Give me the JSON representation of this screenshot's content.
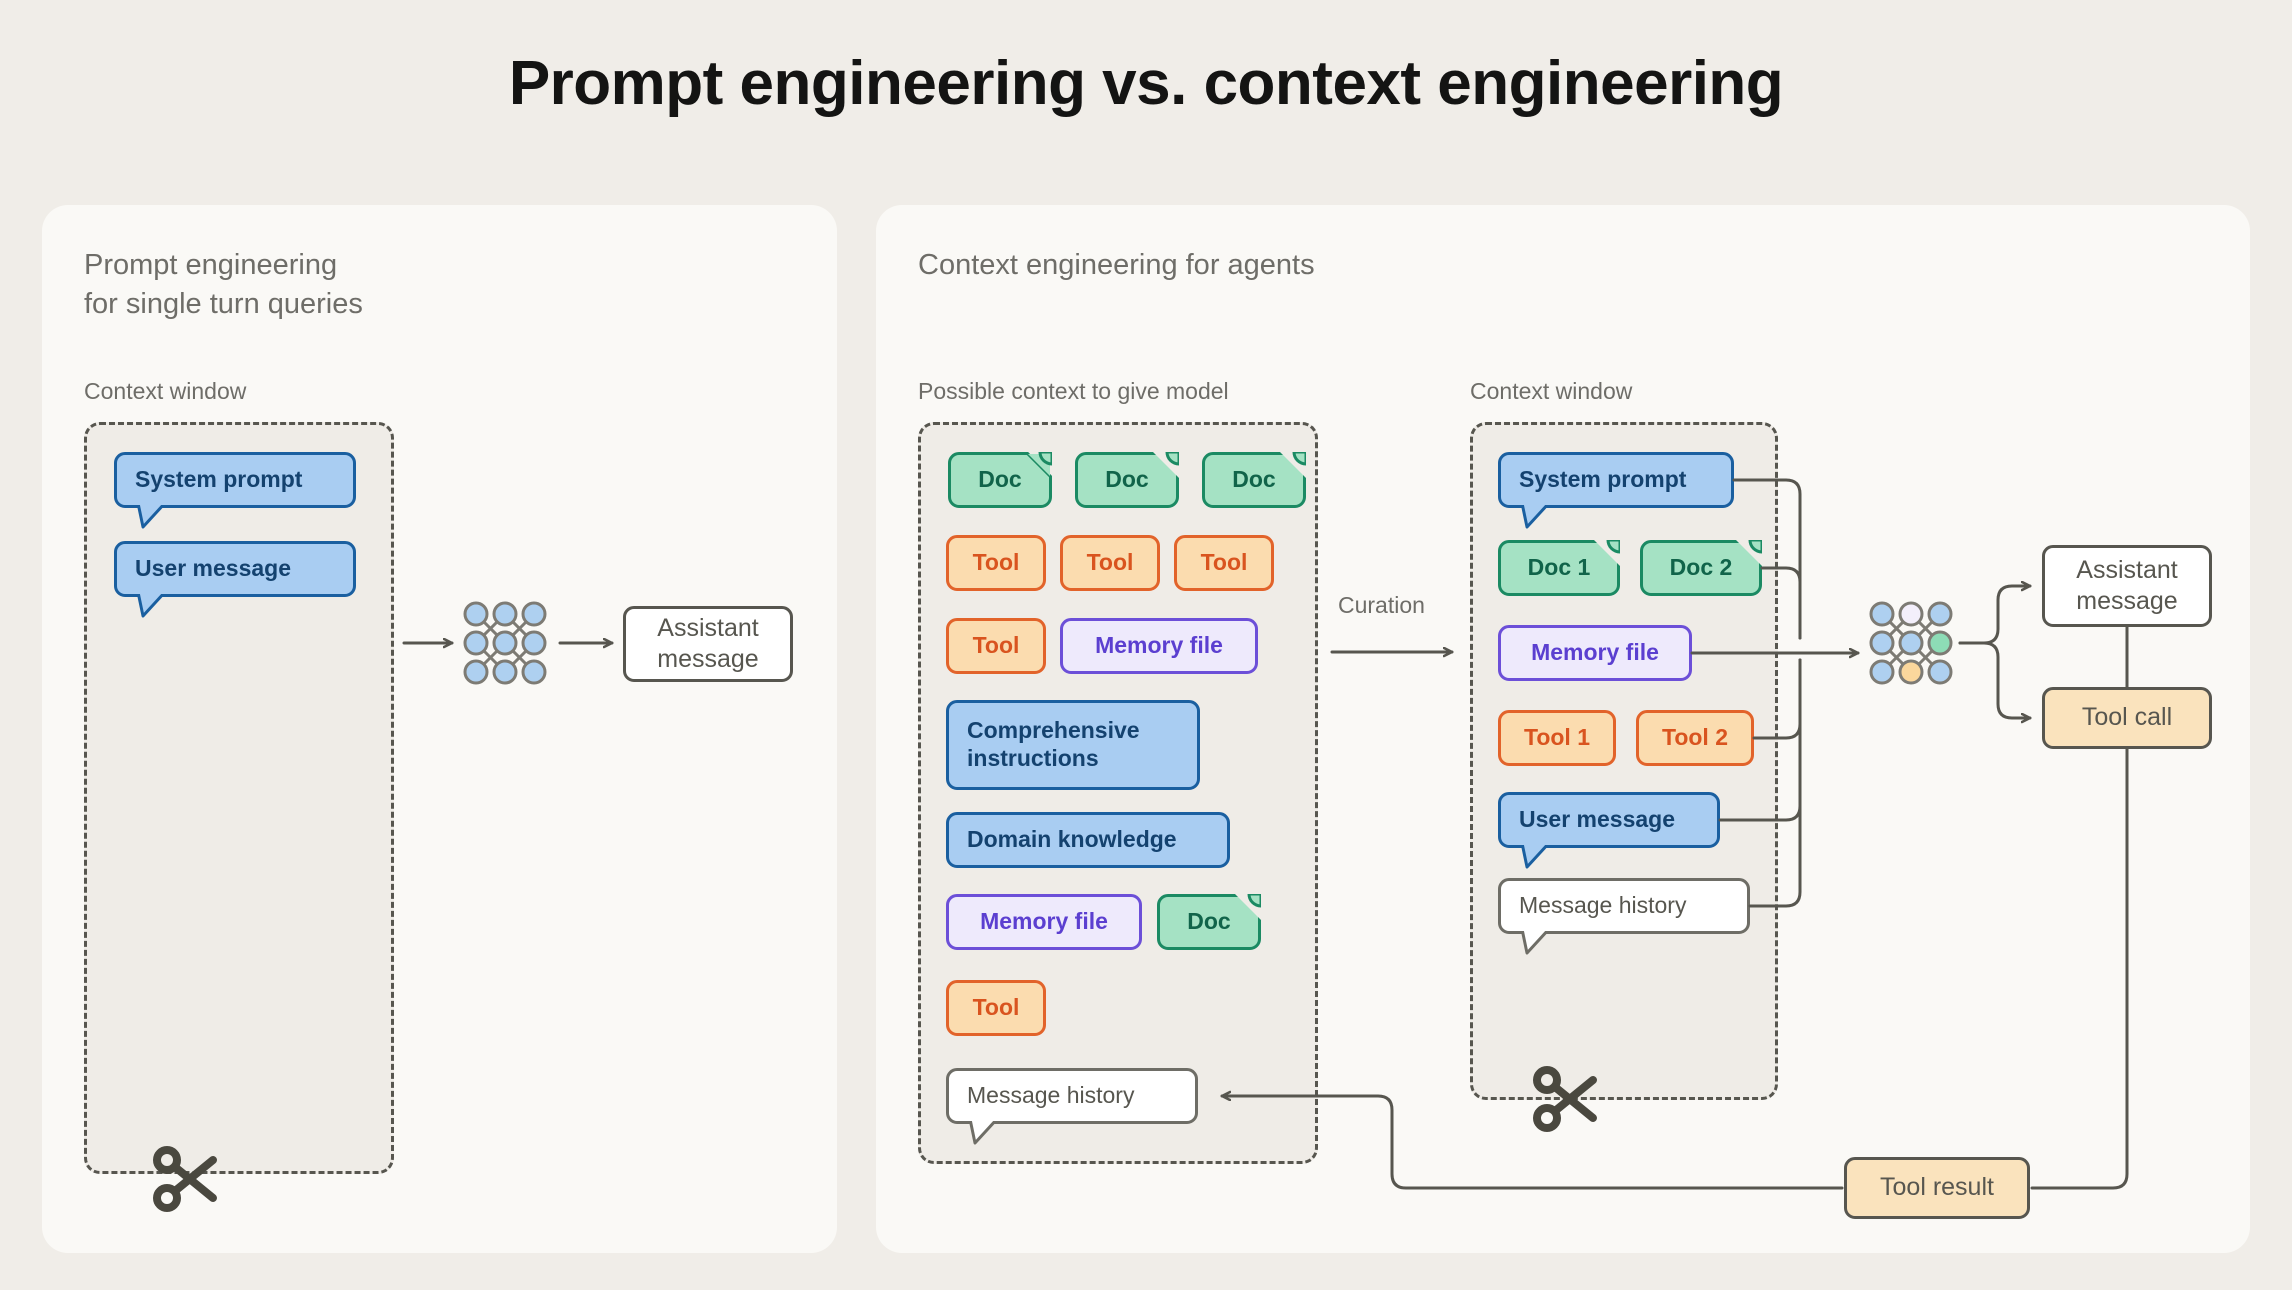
{
  "title": "Prompt engineering vs. context engineering",
  "colors": {
    "background": "#f0ede8",
    "panel": "#faf9f6",
    "context_window_fill": "#efece7",
    "dashed_border": "#57564f",
    "blue_fill": "#a9cdf2",
    "blue_border": "#1a5fa0",
    "green_fill": "#a5e2c4",
    "green_border": "#1b8a63",
    "orange_fill": "#fbdcaf",
    "orange_border": "#e2632a",
    "purple_fill": "#eeeafc",
    "purple_border": "#6c4fd8",
    "white_fill": "#ffffff",
    "gray_border": "#6e6d66",
    "tan_fill": "#fae3bd",
    "text_muted": "#6e6d68",
    "wire": "#57564f"
  },
  "left_panel": {
    "title": "Prompt engineering\nfor single turn queries",
    "context_window_label": "Context window",
    "items": [
      {
        "label": "System prompt",
        "kind": "bubble-blue"
      },
      {
        "label": "User message",
        "kind": "bubble-blue"
      }
    ],
    "model_icon": "neural-network-icon",
    "output": {
      "label": "Assistant\nmessage",
      "kind": "box-white"
    },
    "truncate_icon": "scissors-icon"
  },
  "right_panel": {
    "title": "Context engineering for agents",
    "possible_context_label": "Possible context to give model",
    "context_window_label": "Context window",
    "curation_label": "Curation",
    "possible_items": [
      {
        "label": "Doc",
        "kind": "doc-green"
      },
      {
        "label": "Doc",
        "kind": "doc-green"
      },
      {
        "label": "Doc",
        "kind": "doc-green"
      },
      {
        "label": "Tool",
        "kind": "chip-orange"
      },
      {
        "label": "Tool",
        "kind": "chip-orange"
      },
      {
        "label": "Tool",
        "kind": "chip-orange"
      },
      {
        "label": "Tool",
        "kind": "chip-orange"
      },
      {
        "label": "Memory file",
        "kind": "chip-purple"
      },
      {
        "label": "Comprehensive\ninstructions",
        "kind": "chip-blue"
      },
      {
        "label": "Domain knowledge",
        "kind": "chip-blue"
      },
      {
        "label": "Memory file",
        "kind": "chip-purple"
      },
      {
        "label": "Doc",
        "kind": "doc-green"
      },
      {
        "label": "Tool",
        "kind": "chip-orange"
      },
      {
        "label": "Message history",
        "kind": "bubble-white"
      }
    ],
    "curated_items": [
      {
        "label": "System prompt",
        "kind": "bubble-blue"
      },
      {
        "label": "Doc 1",
        "kind": "doc-green"
      },
      {
        "label": "Doc 2",
        "kind": "doc-green"
      },
      {
        "label": "Memory file",
        "kind": "chip-purple"
      },
      {
        "label": "Tool 1",
        "kind": "chip-orange"
      },
      {
        "label": "Tool 2",
        "kind": "chip-orange"
      },
      {
        "label": "User message",
        "kind": "bubble-blue"
      },
      {
        "label": "Message history",
        "kind": "bubble-white"
      }
    ],
    "model_icon": "neural-network-icon",
    "outputs": [
      {
        "label": "Assistant\nmessage",
        "kind": "box-white"
      },
      {
        "label": "Tool call",
        "kind": "box-tan"
      }
    ],
    "feedback": {
      "label": "Tool result",
      "kind": "box-tan"
    },
    "truncate_icon": "scissors-icon"
  }
}
